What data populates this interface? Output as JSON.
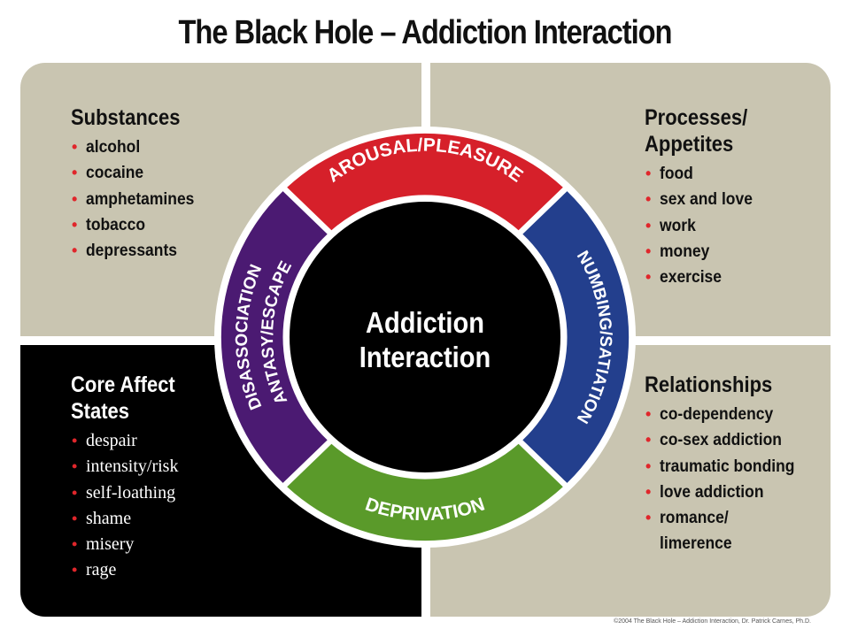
{
  "title": "The Black Hole – Addiction Interaction",
  "center": {
    "line1": "Addiction",
    "line2": "Interaction"
  },
  "ring": {
    "top": "AROUSAL/PLEASURE",
    "right": "NUMBING/SATIATION",
    "bottom": "DEPRIVATION",
    "left_outer": "DISASSOCIATION",
    "left_inner": "FANTASY/ESCAPE",
    "colors": {
      "top": "#d6202a",
      "right": "#233f8d",
      "bottom": "#5a9a2a",
      "left": "#4b1a72"
    }
  },
  "quadrants": {
    "substances": {
      "heading": "Substances",
      "items": [
        "alcohol",
        "cocaine",
        "amphetamines",
        "tobacco",
        "depressants"
      ]
    },
    "processes": {
      "heading_line1": "Processes/",
      "heading_line2": "Appetites",
      "items": [
        "food",
        "sex and love",
        "work",
        "money",
        "exercise"
      ]
    },
    "core_affect": {
      "heading_line1": "Core Affect",
      "heading_line2": "States",
      "items": [
        "despair",
        "intensity/risk",
        "self-loathing",
        "shame",
        "misery",
        "rage"
      ]
    },
    "relationships": {
      "heading": "Relationships",
      "items": [
        "co-dependency",
        "co-sex addiction",
        "traumatic bonding",
        "love addiction",
        "romance/",
        "limerence"
      ]
    },
    "colors": {
      "panel": "#c9c5b1",
      "dark_panel": "#000000",
      "bullet": "#e0262b"
    }
  },
  "copyright": "©2004 The Black Hole – Addiction Interaction, Dr. Patrick Carnes, Ph.D."
}
